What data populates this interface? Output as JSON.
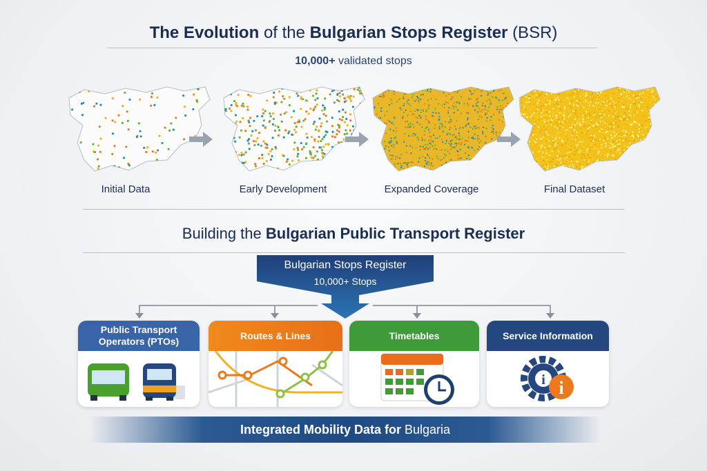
{
  "header": {
    "title_parts": [
      "The Evolution",
      "of the",
      "Bulgarian Stops Register",
      "(BSR)"
    ],
    "subtitle_bold": "10,000+",
    "subtitle_rest": "validated stops"
  },
  "stages": [
    {
      "label": "Initial Data",
      "density": 0.05
    },
    {
      "label": "Early Development",
      "density": 0.3
    },
    {
      "label": "Expanded Coverage",
      "density": 0.75
    },
    {
      "label": "Final Dataset",
      "density": 1.0
    }
  ],
  "section2": {
    "title_plain": "Building the",
    "title_bold": "Bulgarian Public Transport Register"
  },
  "banner": {
    "title": "Bulgarian Stops Register",
    "count": "10,000+ Stops"
  },
  "cards": [
    {
      "title": "Public Transport Operators (PTOs)",
      "color": "#3a64a8",
      "icon": "bus-train-icon"
    },
    {
      "title": "Routes & Lines",
      "color": "#ec7a1c",
      "icon": "route-map-icon"
    },
    {
      "title": "Timetables",
      "color": "#3f9a3a",
      "icon": "calendar-clock-icon"
    },
    {
      "title": "Service Information",
      "color": "#23477e",
      "icon": "gear-info-icon"
    }
  ],
  "footer": {
    "text_bold": "Integrated Mobility Data for",
    "text_rest": "Bulgaria"
  },
  "colors": {
    "navy": "#1c2d52",
    "blue": "#2a5f9e",
    "orange": "#ec7a1c",
    "green": "#3f9a3a",
    "yellow": "#f2c21a"
  }
}
